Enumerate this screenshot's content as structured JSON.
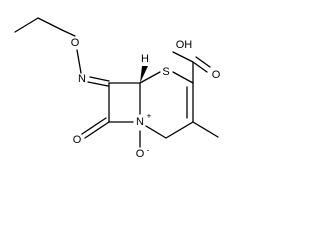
{
  "molecule": {
    "atoms": {
      "oxime_oxygen": "O",
      "imine_nitrogen": "N",
      "hydroxyl": "OH",
      "stereo_hydrogen": "H",
      "sulfur": "S",
      "acid_carbonyl_oxygen": "O",
      "lactam_oxygen": "O",
      "ring_nitrogen": "N",
      "n_oxide_oxygen": "O",
      "plus_charge": "+",
      "minus_charge": "-"
    }
  }
}
